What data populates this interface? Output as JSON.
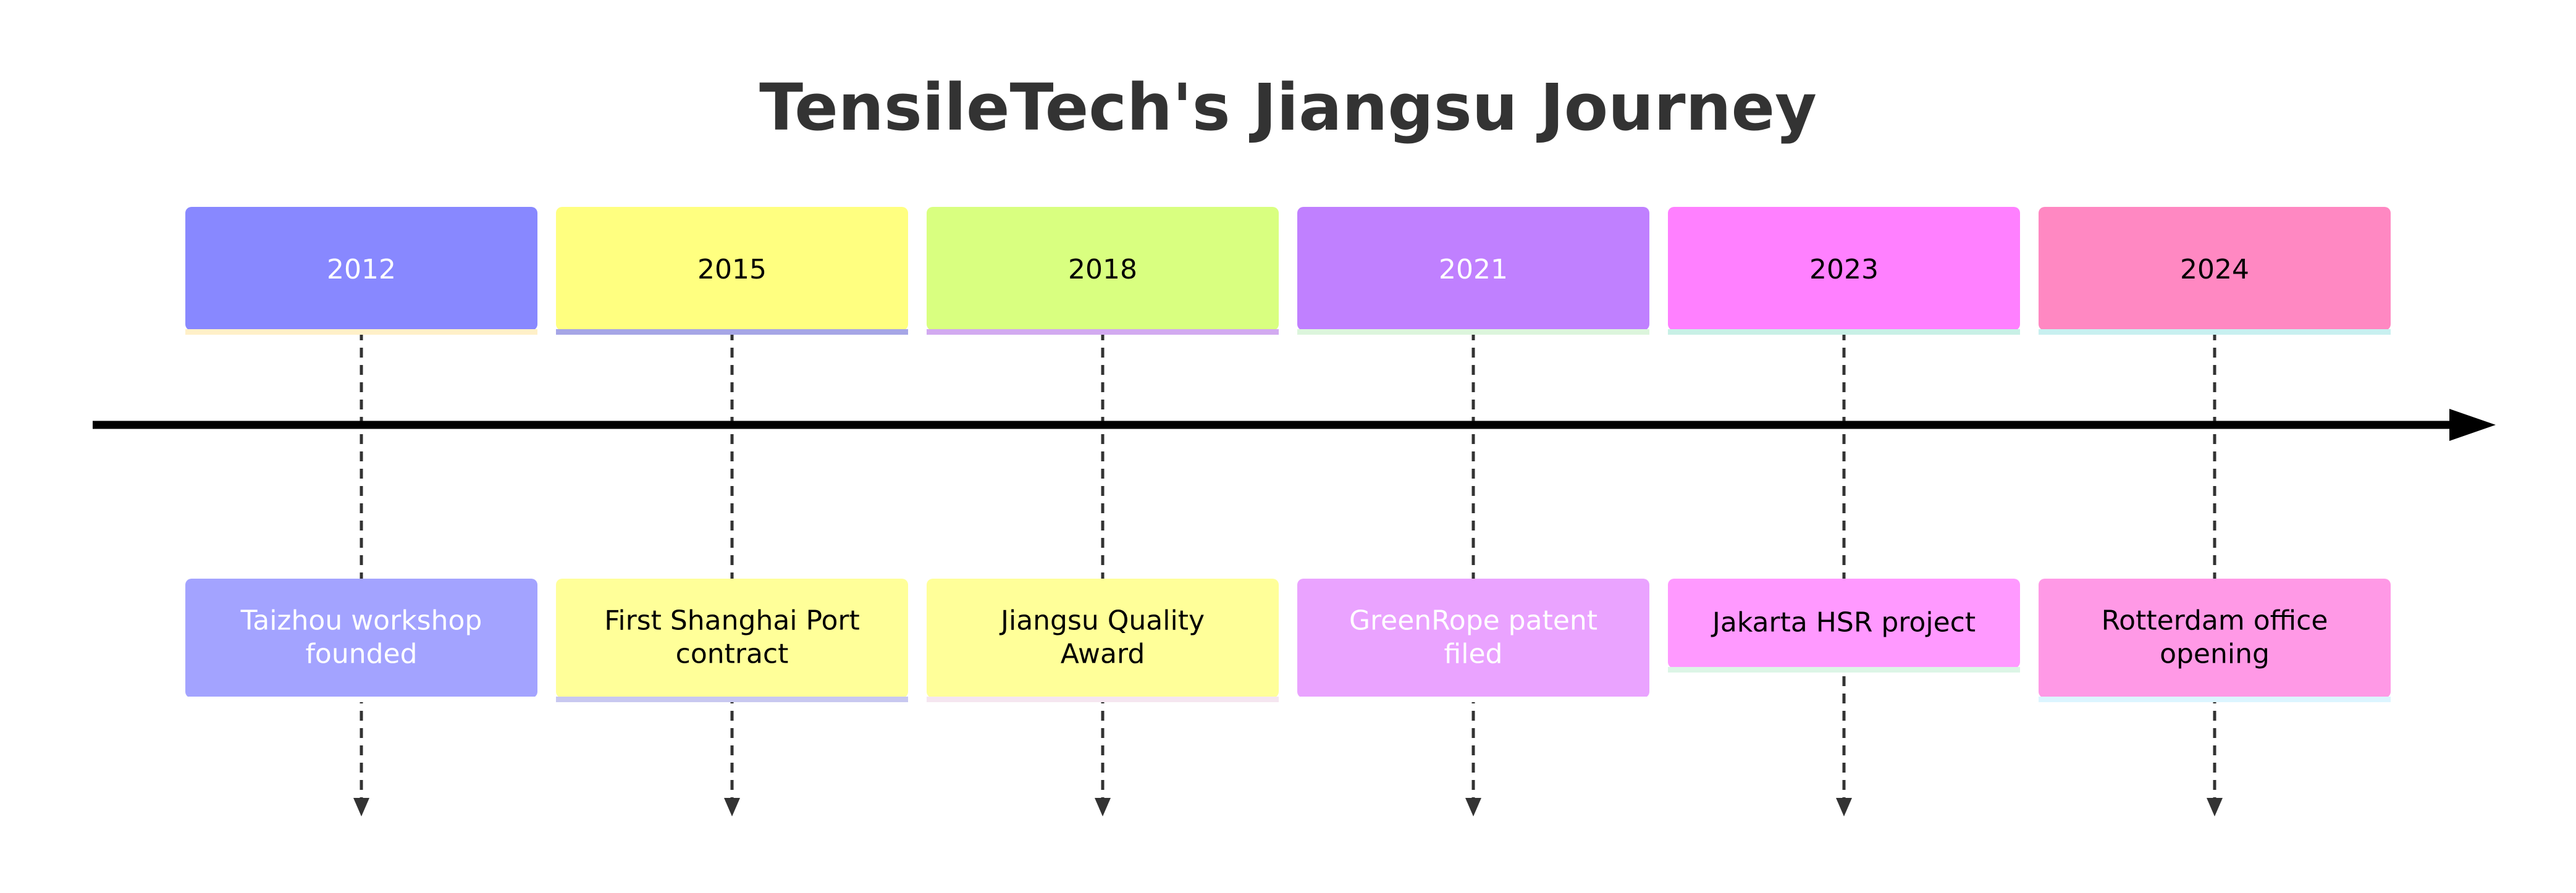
{
  "title": "TensileTech's Jiangsu Journey",
  "timeline": [
    {
      "period": "2012",
      "event_lines": [
        "Taizhou workshop",
        "founded"
      ],
      "period_color": "#8888ff",
      "event_color": "#a3a3ff",
      "period_text_color": "#ffffff",
      "event_text_color": "#ffffff",
      "period_underline": "#fff0c8",
      "event_underline": "#ffffff"
    },
    {
      "period": "2015",
      "event_lines": [
        "First Shanghai Port",
        "contract"
      ],
      "period_color": "#ffff80",
      "event_color": "#ffff99",
      "period_text_color": "#000000",
      "event_text_color": "#000000",
      "period_underline": "#a6a6e6",
      "event_underline": "#c8c8f0"
    },
    {
      "period": "2018",
      "event_lines": [
        "Jiangsu Quality",
        "Award"
      ],
      "period_color": "#d9ff80",
      "event_color": "#ffff99",
      "period_text_color": "#000000",
      "event_text_color": "#000000",
      "period_underline": "#d2aaf0",
      "event_underline": "#f5e6f0"
    },
    {
      "period": "2021",
      "event_lines": [
        "GreenRope patent",
        "filed"
      ],
      "period_color": "#c080ff",
      "event_color": "#eaa3ff",
      "period_text_color": "#ffffff",
      "event_text_color": "#ffffff",
      "period_underline": "#dcf5dc",
      "event_underline": "#ffffff"
    },
    {
      "period": "2023",
      "event_lines": [
        "Jakarta HSR project"
      ],
      "period_color": "#ff80ff",
      "event_color": "#ff99ff",
      "period_text_color": "#000000",
      "event_text_color": "#000000",
      "period_underline": "#c8f0e6",
      "event_underline": "#dcf5e6"
    },
    {
      "period": "2024",
      "event_lines": [
        "Rotterdam office",
        "opening"
      ],
      "period_color": "#ff88c2",
      "event_color": "#ff99e6",
      "period_text_color": "#000000",
      "event_text_color": "#000000",
      "period_underline": "#c8f0f0",
      "event_underline": "#dcf5ff"
    }
  ],
  "colors": {
    "axis": "#000000",
    "connector": "#333333",
    "title": "#333333"
  }
}
